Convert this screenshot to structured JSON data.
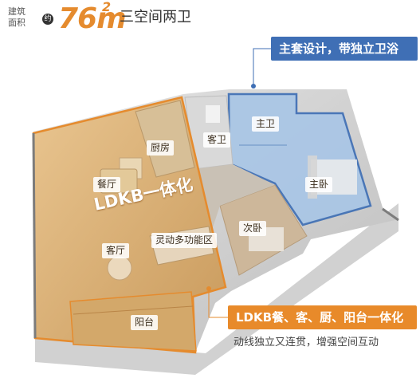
{
  "header": {
    "area_label_1": "建筑",
    "area_label_2": "面积",
    "approx": "约",
    "area_value": "76m",
    "area_unit_sup": "2",
    "layout_type": "三空间两卫"
  },
  "callouts": {
    "master_suite": "主套设计，带独立卫浴",
    "ldkb": "LDKB餐、客、厨、阳台一体化",
    "ldkb_sub": "动线独立又连贯，增强空间互动"
  },
  "rooms": {
    "kitchen": "厨房",
    "dining": "餐厅",
    "living": "客厅",
    "balcony": "阳台",
    "guest_bath": "客卫",
    "master_bath": "主卫",
    "master_bedroom": "主卧",
    "second_bedroom": "次卧",
    "flex_area": "灵动多功能区",
    "ldkb_tag": "LDKB一体化"
  },
  "colors": {
    "accent_orange": "#E58B2E",
    "accent_blue": "#3F6FB5"
  }
}
